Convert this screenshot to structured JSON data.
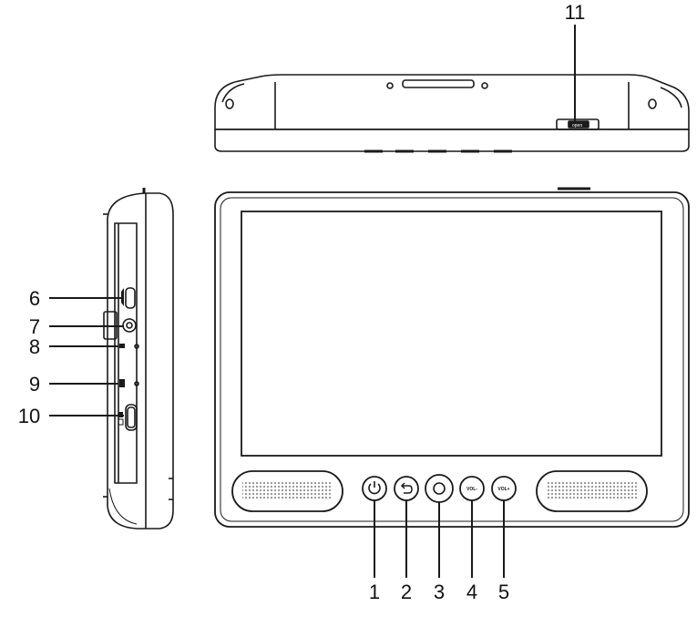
{
  "callouts": {
    "c1": "1",
    "c2": "2",
    "c3": "3",
    "c4": "4",
    "c5": "5",
    "c6": "6",
    "c7": "7",
    "c8": "8",
    "c9": "9",
    "c10": "10",
    "c11": "11"
  },
  "buttons": {
    "vol_minus": "VOL-",
    "vol_plus": "VOL+"
  },
  "top_switch_label": "open",
  "colors": {
    "line": "#1a1a1a",
    "fill": "#ffffff"
  }
}
